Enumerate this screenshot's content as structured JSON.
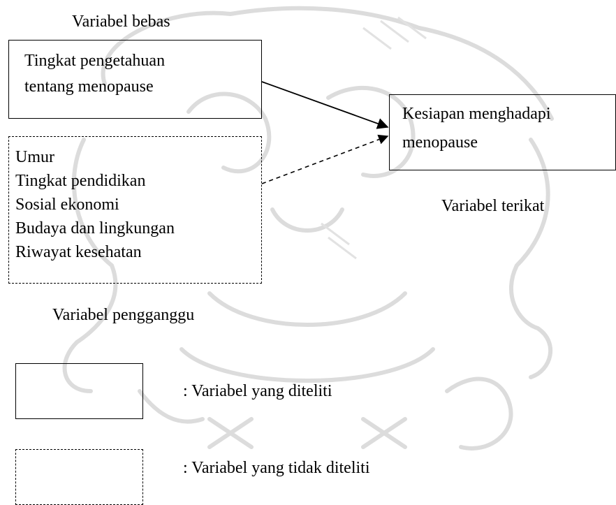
{
  "diagram": {
    "independent_heading": "Variabel bebas",
    "independent_box": {
      "lines": [
        "Tingkat pengetahuan",
        "tentang menopause"
      ]
    },
    "dependent_box": {
      "lines": [
        "Kesiapan menghadapi",
        "menopause"
      ]
    },
    "dependent_caption": "Variabel terikat",
    "confounding_box": {
      "items": [
        "Umur",
        "Tingkat pendidikan",
        "Sosial ekonomi",
        "Budaya dan lingkungan",
        "Riwayat kesehatan"
      ]
    },
    "confounding_caption": "Variabel pengganggu"
  },
  "legend": {
    "studied": ": Variabel yang diteliti",
    "not_studied": ": Variabel yang tidak diteliti"
  },
  "colors": {
    "line": "#000000",
    "watermark": "#d9d9d9"
  }
}
